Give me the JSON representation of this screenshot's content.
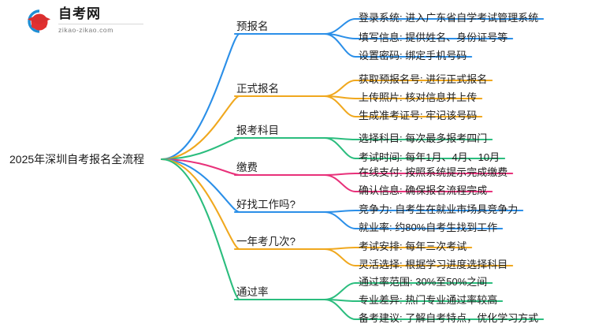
{
  "logo": {
    "title": "自考网",
    "subtitle": "zikao-zikao.com",
    "mark_circle_color": "#1e8fd5",
    "mark_cap_color": "#e03131"
  },
  "mindmap": {
    "root": {
      "label": "2025年深圳自考报名全流程"
    },
    "branches": [
      {
        "label": "预报名",
        "color": "#2b8fe8",
        "children": [
          {
            "label": "登录系统: 进入广东省自学考试管理系统"
          },
          {
            "label": "填写信息: 提供姓名、身份证号等"
          },
          {
            "label": "设置密码: 绑定手机号码"
          }
        ]
      },
      {
        "label": "正式报名",
        "color": "#f0a81e",
        "children": [
          {
            "label": "获取预报名号: 进行正式报名"
          },
          {
            "label": "上传照片: 核对信息并上传"
          },
          {
            "label": "生成准考证号: 牢记该号码"
          }
        ]
      },
      {
        "label": "报考科目",
        "color": "#2bbd7e",
        "children": [
          {
            "label": "选择科目: 每次最多报考四门"
          },
          {
            "label": "考试时间: 每年1月、4月、10月"
          }
        ]
      },
      {
        "label": "缴费",
        "color": "#e8317a",
        "children": [
          {
            "label": "在线支付: 按照系统提示完成缴费"
          },
          {
            "label": "确认信息: 确保报名流程完成"
          }
        ]
      },
      {
        "label": "好找工作吗?",
        "color": "#2b8fe8",
        "children": [
          {
            "label": "竞争力: 自考生在就业市场具竞争力"
          },
          {
            "label": "就业率: 约80%自考生找到工作"
          }
        ]
      },
      {
        "label": "一年考几次?",
        "color": "#f0a81e",
        "children": [
          {
            "label": "考试安排: 每年三次考试"
          },
          {
            "label": "灵活选择: 根据学习进度选择科目"
          }
        ]
      },
      {
        "label": "通过率",
        "color": "#2bbd7e",
        "children": [
          {
            "label": "通过率范围: 30%至50%之间"
          },
          {
            "label": "专业差异: 热门专业通过率较高"
          },
          {
            "label": "备考建议: 了解自考特点，优化学习方式"
          }
        ]
      }
    ]
  }
}
